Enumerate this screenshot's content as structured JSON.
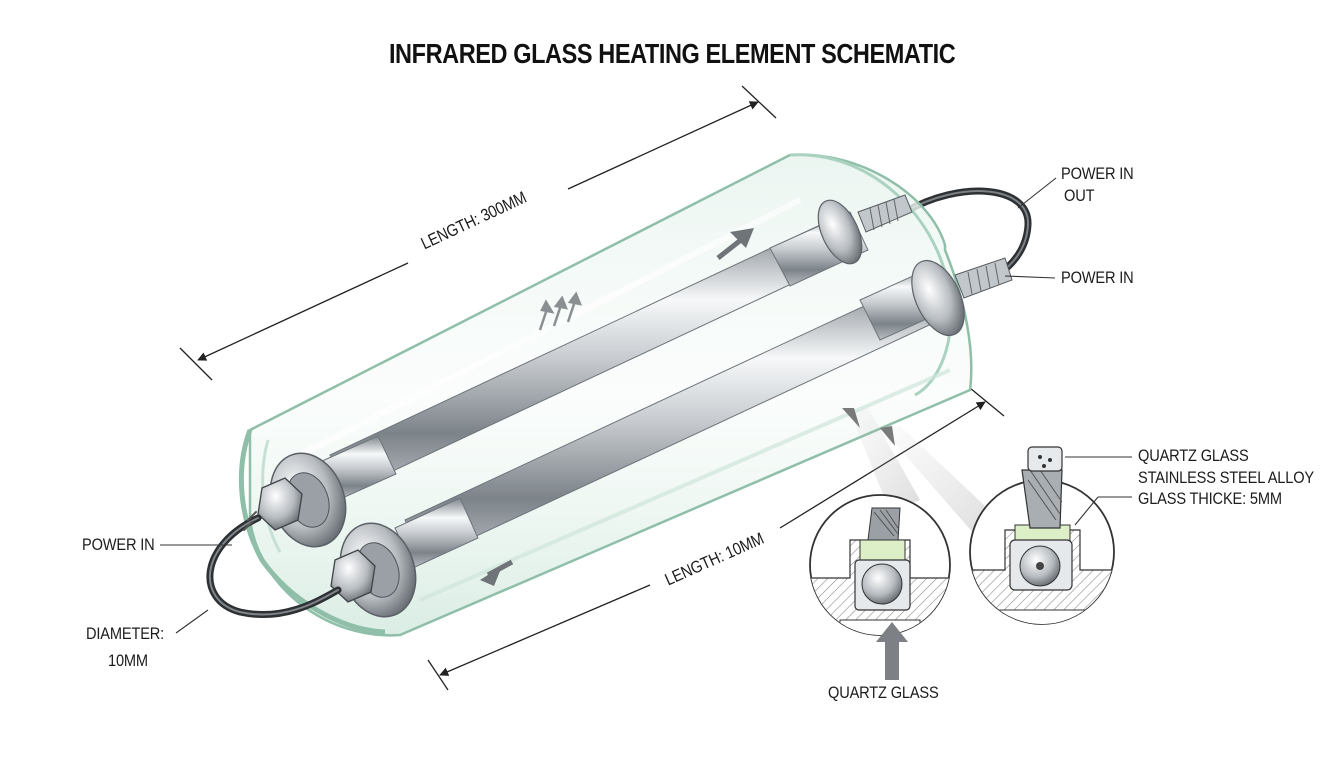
{
  "title": "INFRARED GLASS HEATING ELEMENT SCHEMATIC",
  "labels": {
    "length_top": "LENGTH: 300MM",
    "length_bottom": "LENGTH: 10MM",
    "power_in_out_line1": "POWER IN",
    "power_in_out_line2": "OUT",
    "power_in_right": "POWER IN",
    "power_in_left": "POWER IN",
    "diameter_line1": "DIAMETER:",
    "diameter_line2": "10MM",
    "quartz_glass_detail": "QUARTZ GLASS",
    "stainless_steel": "STAINLESS STEEL ALLOY",
    "glass_thickness": "GLASS THICKE: 5MM",
    "quartz_glass_bottom": "QUARTZ GLASS"
  },
  "colors": {
    "glass_tint": "#dceee6",
    "glass_edge": "#9cc7b4",
    "steel_light": "#f2f4f5",
    "steel_dark": "#8a9096",
    "wire": "#3a3d40",
    "insulator": "#d8ecc4",
    "hatch": "#9a9a9a"
  },
  "icons": {
    "heat_arrows": "triple-up-down-arrows-icon",
    "flow_arrow_top": "arrow-up-right-icon",
    "flow_arrow_bottom": "arrow-down-left-icon"
  }
}
